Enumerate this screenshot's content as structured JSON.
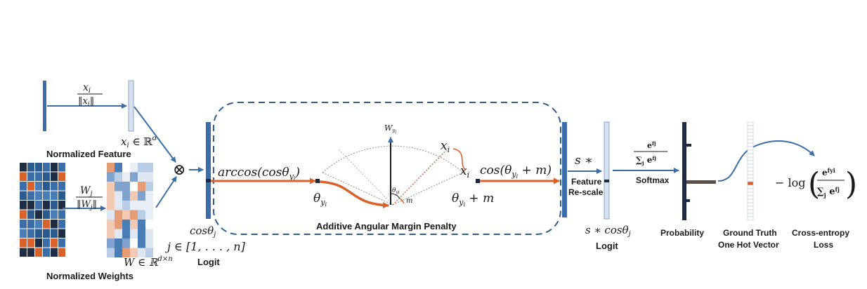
{
  "diagram": {
    "colors": {
      "blue": "#3b6ea8",
      "light_blue": "#c9d7ea",
      "orange": "#d9622b",
      "dark": "#1e2a44",
      "dash": "#2f5d91"
    },
    "feature": {
      "norm_numer": "x",
      "norm_numer_sub": "i",
      "norm_denom": "‖x",
      "norm_denom_sub": "i",
      "norm_denom_end": "‖",
      "space_x": "x",
      "space_sub": "i",
      "space_in": " ∈ ℝ",
      "space_sup": "d",
      "label": "Normalized Feature"
    },
    "weights": {
      "norm_numer": "W",
      "norm_numer_sub": "j",
      "norm_denom": "‖W",
      "norm_denom_sub": "j",
      "norm_denom_end": "‖",
      "space_w": "W ∈ ℝ",
      "space_sup": "d×n",
      "label": "Normalized Weights"
    },
    "otimes": "⊗",
    "logit_left": {
      "cos": "cosθ",
      "cos_sub": "j",
      "range": "j ∈ [1, . . . , n]",
      "label": "Logit"
    },
    "margin_box": {
      "arccos": "arccos(cosθ",
      "arccos_sub": "y",
      "arccos_subsub": "i",
      "arccos_end": ")",
      "theta": "θ",
      "theta_sub": "y",
      "theta_subsub": "i",
      "w_label": "W",
      "w_sub": "y",
      "w_subsub": "i",
      "x_label": "x",
      "x_sub": "i",
      "x2_label": "x",
      "x2_sub": "i",
      "inner_theta": "θ",
      "inner_theta_sub": "yi",
      "m_label": "m",
      "cos_m": "cos(θ",
      "cos_m_sub": "y",
      "cos_m_subsub": "i",
      "cos_m_end": " + m)",
      "theta_m": "θ",
      "theta_m_sub": "y",
      "theta_m_subsub": "i",
      "theta_m_end": " + m",
      "label": "Additive Angular Margin Penalty"
    },
    "rescale": {
      "s_star": "s ∗",
      "label_line1": "Feature",
      "label_line2": "Re-scale",
      "s_cos": "s ∗ cosθ",
      "s_cos_sub": "j",
      "logit_label": "Logit"
    },
    "softmax": {
      "numer": "e",
      "numer_sup": "fj",
      "denom": "∑",
      "denom_sub": "j",
      "denom_e": " e",
      "denom_sup": "fj",
      "label": "Softmax"
    },
    "probability_label": "Probability",
    "ground_truth_line1": "Ground Truth",
    "ground_truth_line2": "One Hot Vector",
    "loss": {
      "prefix": "− log",
      "numer": "e",
      "numer_sup": "fyi",
      "denom": "∑",
      "denom_sub": "j",
      "denom_e": " e",
      "denom_sup": "fj",
      "label_line1": "Cross-entropy",
      "label_line2": "Loss"
    }
  }
}
